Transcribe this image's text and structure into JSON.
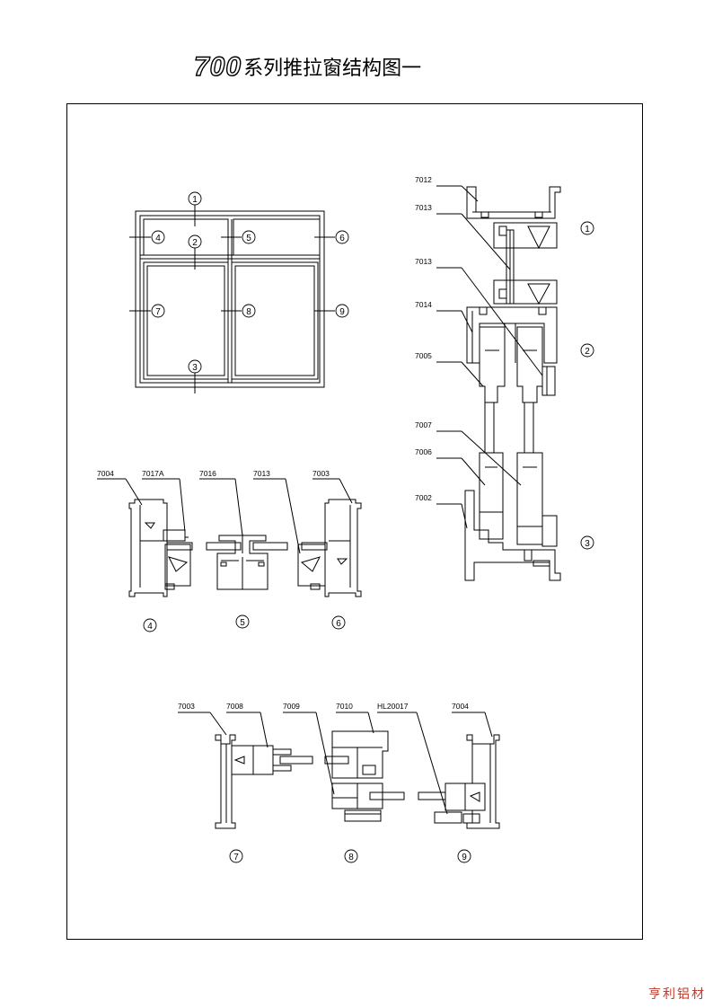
{
  "title": {
    "number": "700",
    "text": "系列推拉窗结构图一"
  },
  "brand": "亨利铝材",
  "elevation_markers": [
    "1",
    "2",
    "3",
    "4",
    "5",
    "6",
    "7",
    "8",
    "9"
  ],
  "vertical_section": {
    "labels": [
      "7012",
      "7013",
      "7013",
      "7014",
      "7005",
      "7007",
      "7006",
      "7002"
    ],
    "markers": [
      "1",
      "2",
      "3"
    ]
  },
  "section_456": {
    "labels": [
      "7004",
      "7017A",
      "7016",
      "7013",
      "7003"
    ],
    "markers": [
      "4",
      "5",
      "6"
    ]
  },
  "section_789": {
    "labels": [
      "7003",
      "7008",
      "7009",
      "7010",
      "HL20017",
      "7004"
    ],
    "markers": [
      "7",
      "8",
      "9"
    ]
  }
}
